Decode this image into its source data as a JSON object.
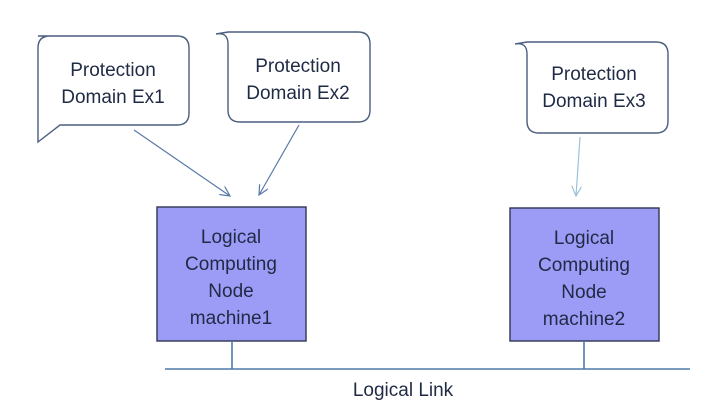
{
  "colors": {
    "callout_stroke": "#4a5f7e",
    "callout_fill": "#ffffff",
    "node_fill": "#9c9cf7",
    "node_stroke": "#2f3550",
    "arrow": "#5a7aa8",
    "arrow_light": "#9cc3d8",
    "link_line": "#4e79a8",
    "text": "#1f2a44"
  },
  "callouts": [
    {
      "line1": "Protection",
      "line2": "Domain Ex1"
    },
    {
      "line1": "Protection",
      "line2": "Domain Ex2"
    },
    {
      "line1": "Protection",
      "line2": "Domain Ex3"
    }
  ],
  "nodes": [
    {
      "line1": "Logical",
      "line2": "Computing",
      "line3": "Node",
      "line4": "machine1"
    },
    {
      "line1": "Logical",
      "line2": "Computing",
      "line3": "Node",
      "line4": "machine2"
    }
  ],
  "link": {
    "label": "Logical Link"
  }
}
